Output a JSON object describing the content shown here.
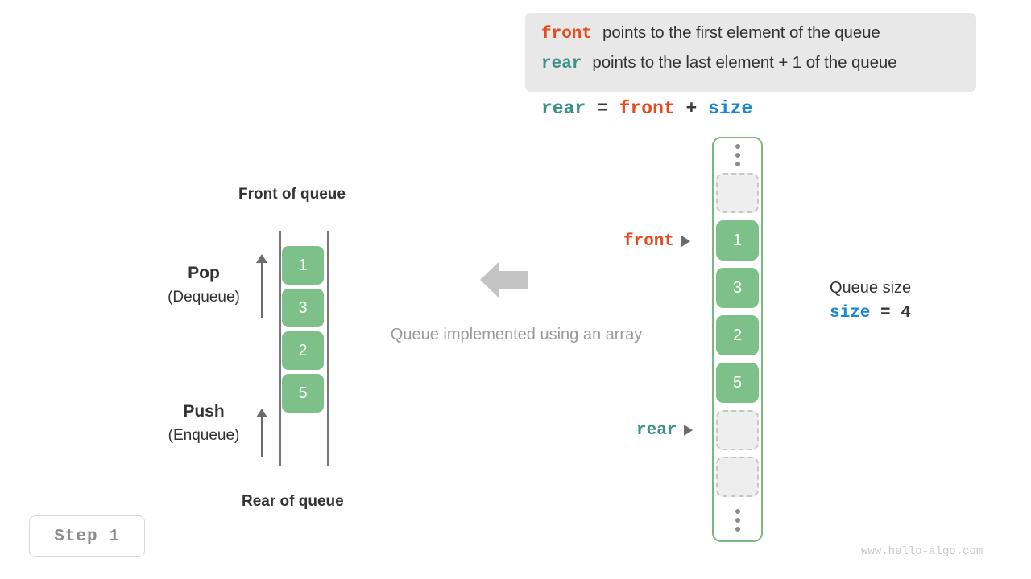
{
  "legend": {
    "lines": [
      {
        "keyword": "front",
        "keyword_color": "#e8491d",
        "text": "points to the first element of the queue"
      },
      {
        "keyword": "rear",
        "keyword_color": "#3a9188",
        "text": "points to the last element + 1 of the queue"
      }
    ],
    "background": "#e8e8e8"
  },
  "formula": {
    "lhs": "rear",
    "eq": "=",
    "rhs1": "front",
    "plus": "+",
    "rhs2": "size",
    "colors": {
      "rear": "#3a9188",
      "front": "#e8491d",
      "size": "#1a86d6",
      "op": "#3a3a3a"
    }
  },
  "left_queue": {
    "title_top": "Front of queue",
    "title_bottom": "Rear of queue",
    "cells": [
      "1",
      "3",
      "2",
      "5"
    ],
    "cell_color": "#7ec08a",
    "pop": {
      "label": "Pop",
      "sublabel": "(Dequeue)"
    },
    "push": {
      "label": "Push",
      "sublabel": "(Enqueue)"
    }
  },
  "center": {
    "caption": "Queue implemented using an array",
    "arrow_color": "#c4c4c4",
    "arrow_direction": "left"
  },
  "array": {
    "border_color": "#7ab87f",
    "top_ellipsis": "vertical-ellipsis",
    "bottom_ellipsis": "vertical-ellipsis",
    "cells": [
      {
        "value": "",
        "state": "empty"
      },
      {
        "value": "1",
        "state": "filled"
      },
      {
        "value": "3",
        "state": "filled"
      },
      {
        "value": "2",
        "state": "filled"
      },
      {
        "value": "5",
        "state": "filled"
      },
      {
        "value": "",
        "state": "empty"
      },
      {
        "value": "",
        "state": "empty"
      }
    ],
    "pointers": [
      {
        "name": "front",
        "color": "#e8491d"
      },
      {
        "name": "rear",
        "color": "#3a9188"
      }
    ]
  },
  "size_info": {
    "title": "Queue size",
    "name": "size",
    "eq": "=",
    "value": "4",
    "name_color": "#1a86d6"
  },
  "step_badge": {
    "label": "Step 1"
  },
  "watermark": {
    "text": "www.hello-algo.com"
  }
}
